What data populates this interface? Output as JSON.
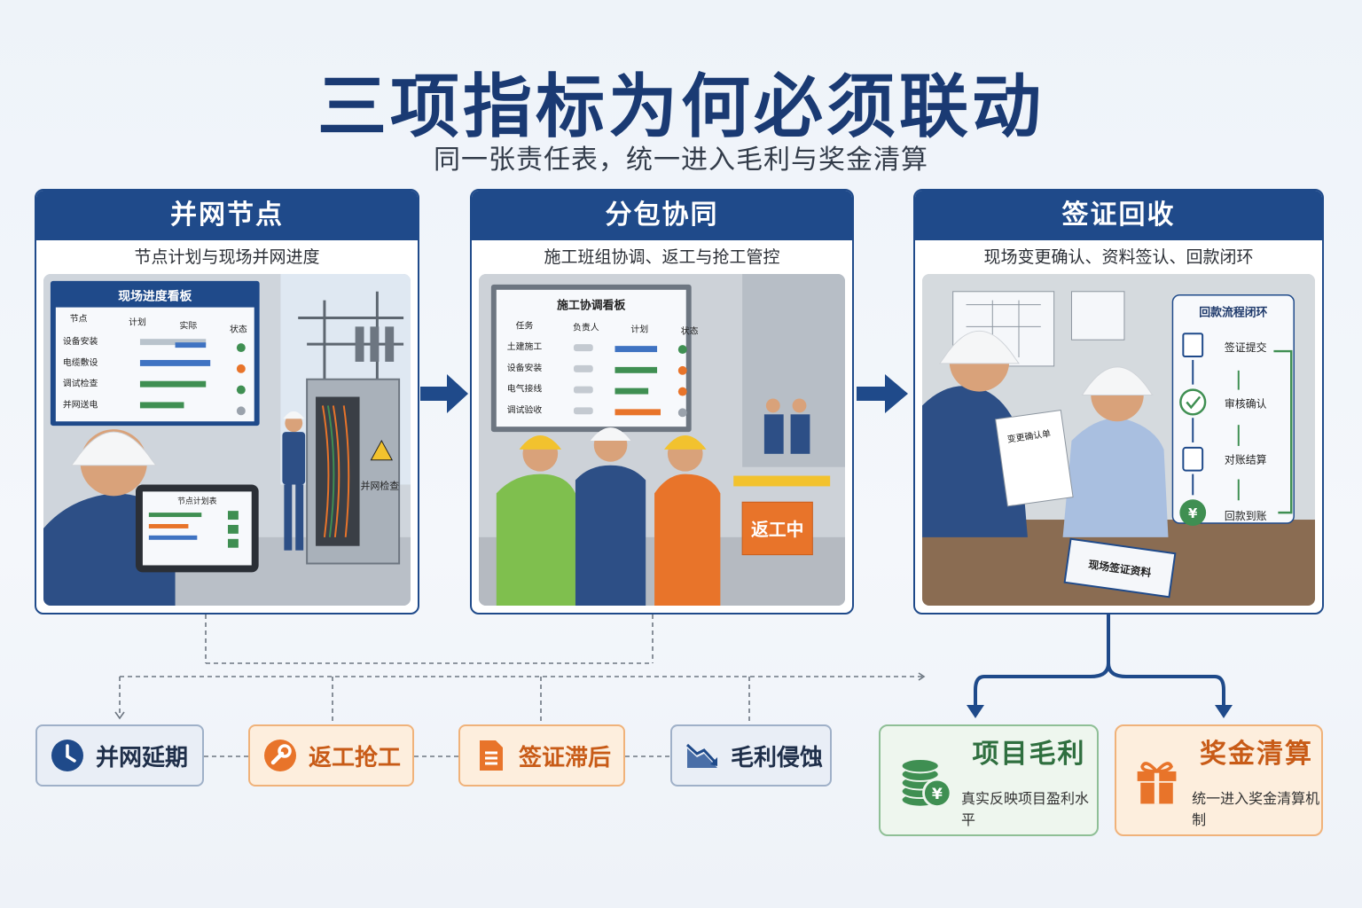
{
  "title": "三项指标为何必须联动",
  "subtitle": "同一张责任表，统一进入毛利与奖金清算",
  "panels": [
    {
      "title": "并网节点",
      "desc": "节点计划与现场并网进度",
      "board_title": "现场进度看板",
      "board_headers": [
        "节点",
        "计划",
        "实际",
        "状态"
      ],
      "board_rows": [
        "设备安装",
        "电缆敷设",
        "调试检查",
        "并网送电"
      ],
      "tablet_title": "节点计划表",
      "cabinet_label": "并网检查"
    },
    {
      "title": "分包协同",
      "desc": "施工班组协调、返工与抢工管控",
      "board_title": "施工协调看板",
      "board_headers": [
        "任务",
        "负责人",
        "计划",
        "状态"
      ],
      "board_rows": [
        "土建施工",
        "设备安装",
        "电气接线",
        "调试验收"
      ],
      "sign_label": "返工中"
    },
    {
      "title": "签证回收",
      "desc": "现场变更确认、资料签认、回款闭环",
      "doc_label": "变更确认单",
      "binder_label": "现场签证资料",
      "flow_title": "回款流程闭环",
      "flow_steps": [
        "签证提交",
        "审核确认",
        "对账结算",
        "回款到账"
      ]
    }
  ],
  "risks": [
    {
      "label": "并网延期",
      "icon": "clock-icon"
    },
    {
      "label": "返工抢工",
      "icon": "wrench-icon"
    },
    {
      "label": "签证滞后",
      "icon": "document-icon"
    },
    {
      "label": "毛利侵蚀",
      "icon": "trend-down-icon"
    }
  ],
  "outcomes": [
    {
      "title": "项目毛利",
      "desc": "真实反映项目盈利水平",
      "icon": "coins-icon"
    },
    {
      "title": "奖金清算",
      "desc": "统一进入奖金清算机制",
      "icon": "gift-icon"
    }
  ],
  "colors": {
    "navy": "#1f4a8a",
    "title": "#1a3a73",
    "orange": "#e8742a",
    "green": "#3f8f52",
    "light_blue_box": "#e9eef6",
    "orange_box": "#fdeedd",
    "green_box": "#eef6ee"
  }
}
